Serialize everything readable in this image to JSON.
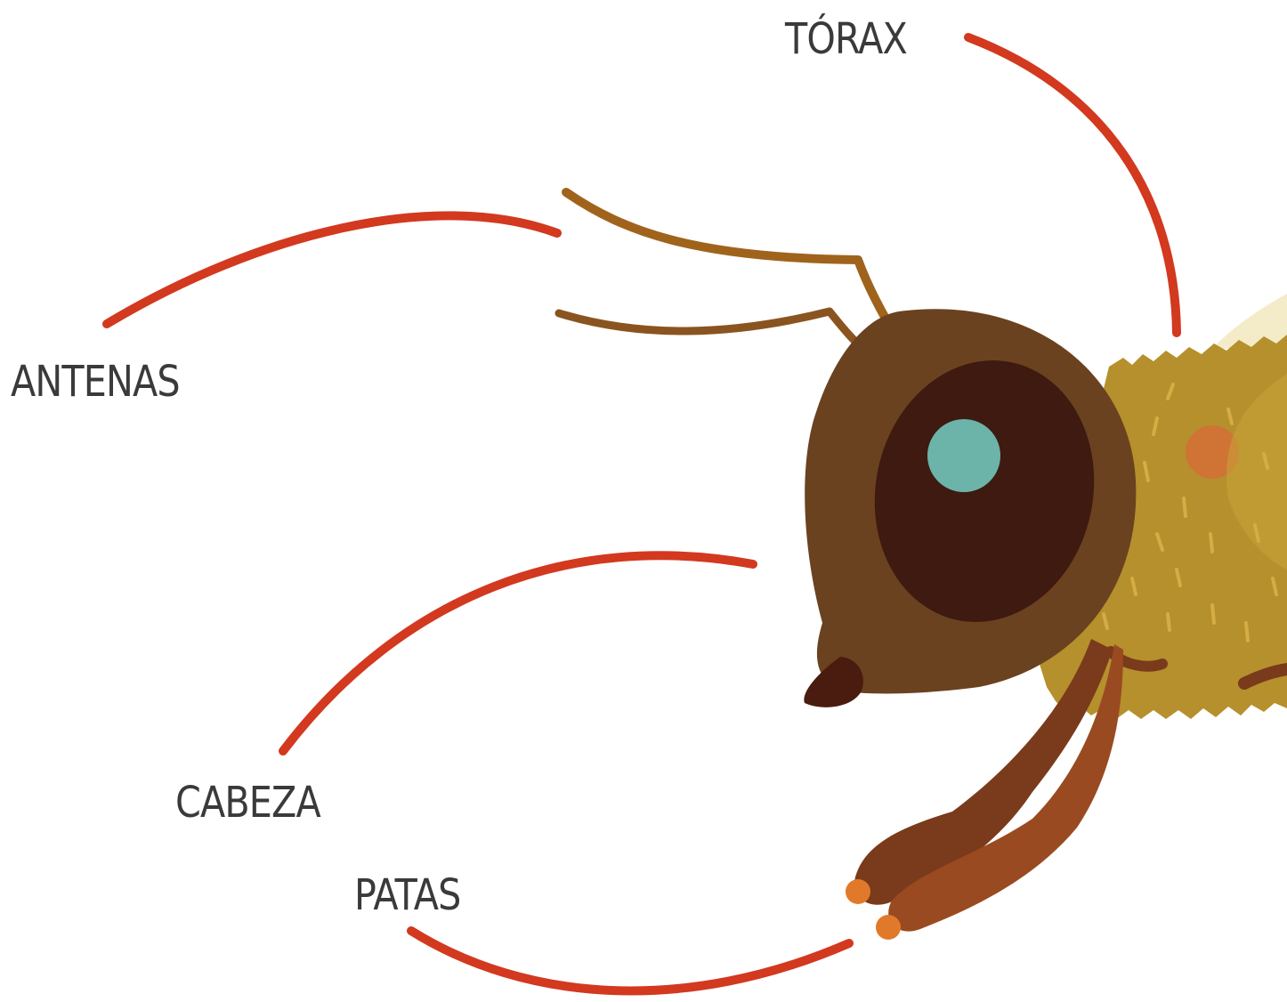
{
  "labels": {
    "thorax": "TÓRAX",
    "antennae": "ANTENAS",
    "head": "CABEZA",
    "legs": "PATAS"
  },
  "colors": {
    "leader_line": "#d2391f",
    "label_text": "#3a3a3a",
    "head_outer": "#6a4220",
    "eye_dark": "#3e1a10",
    "eye_pupil": "#6cb3aa",
    "mouth": "#4a1c10",
    "antenna": "#a0631c",
    "thorax": "#b5902c",
    "thorax_spot": "#d07436",
    "leg_dark": "#7a3a1c",
    "leg_light": "#9a4a20",
    "foot": "#e07a2a",
    "wing": "#f4ebc8"
  },
  "icons": [
    "bee-head-illustration"
  ]
}
